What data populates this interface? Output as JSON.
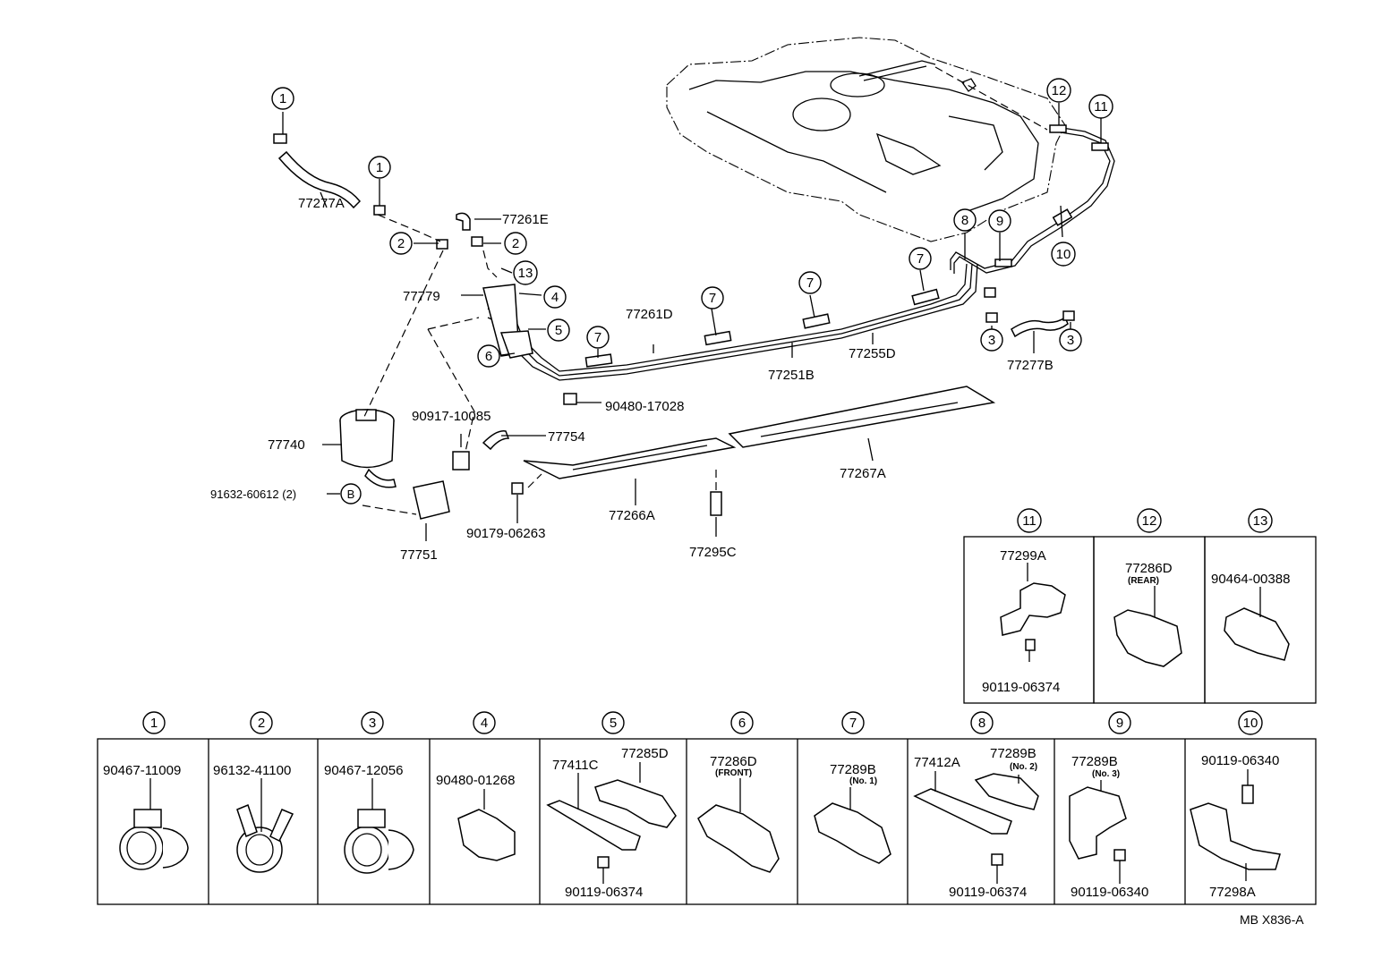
{
  "callouts": {
    "c1a": "1",
    "c1b": "1",
    "c2a": "2",
    "c2b": "2",
    "c3a": "3",
    "c3b": "3",
    "c4": "4",
    "c5": "5",
    "c6": "6",
    "c7a": "7",
    "c7b": "7",
    "c7c": "7",
    "c7d": "7",
    "c8": "8",
    "c9": "9",
    "c10": "10",
    "c11": "11",
    "c12": "12",
    "c13": "13",
    "cB": "B"
  },
  "parts": {
    "p77277A": "77277A",
    "p77261E": "77261E",
    "p77779": "77779",
    "p77261D": "77261D",
    "p77251B": "77251B",
    "p77255D": "77255D",
    "p77277B": "77277B",
    "p90480_17028": "90480-17028",
    "p90917_10085": "90917-10085",
    "p77754": "77754",
    "p77740": "77740",
    "p91632": "91632-60612 (2)",
    "p77751": "77751",
    "p90179_06263": "90179-06263",
    "p77266A": "77266A",
    "p77295C": "77295C",
    "p77267A": "77267A"
  },
  "detail_boxes_top": [
    {
      "num": "11",
      "parts": [
        "77299A",
        "90119-06374"
      ]
    },
    {
      "num": "12",
      "parts": [
        "77286D",
        "(REAR)"
      ]
    },
    {
      "num": "13",
      "parts": [
        "90464-00388"
      ]
    }
  ],
  "detail_boxes_bottom": [
    {
      "num": "1",
      "parts": [
        "90467-11009"
      ]
    },
    {
      "num": "2",
      "parts": [
        "96132-41100"
      ]
    },
    {
      "num": "3",
      "parts": [
        "90467-12056"
      ]
    },
    {
      "num": "4",
      "parts": [
        "90480-01268"
      ]
    },
    {
      "num": "5",
      "parts": [
        "77411C",
        "77285D",
        "90119-06374"
      ]
    },
    {
      "num": "6",
      "parts": [
        "77286D",
        "(FRONT)"
      ]
    },
    {
      "num": "7",
      "parts": [
        "77289B",
        "(No. 1)"
      ]
    },
    {
      "num": "8",
      "parts": [
        "77412A",
        "77289B",
        "(No. 2)",
        "90119-06374"
      ]
    },
    {
      "num": "9",
      "parts": [
        "77289B",
        "(No. 3)",
        "90119-06340"
      ]
    },
    {
      "num": "10",
      "parts": [
        "90119-06340",
        "77298A"
      ]
    }
  ],
  "footer_code": "MB  X836-A"
}
